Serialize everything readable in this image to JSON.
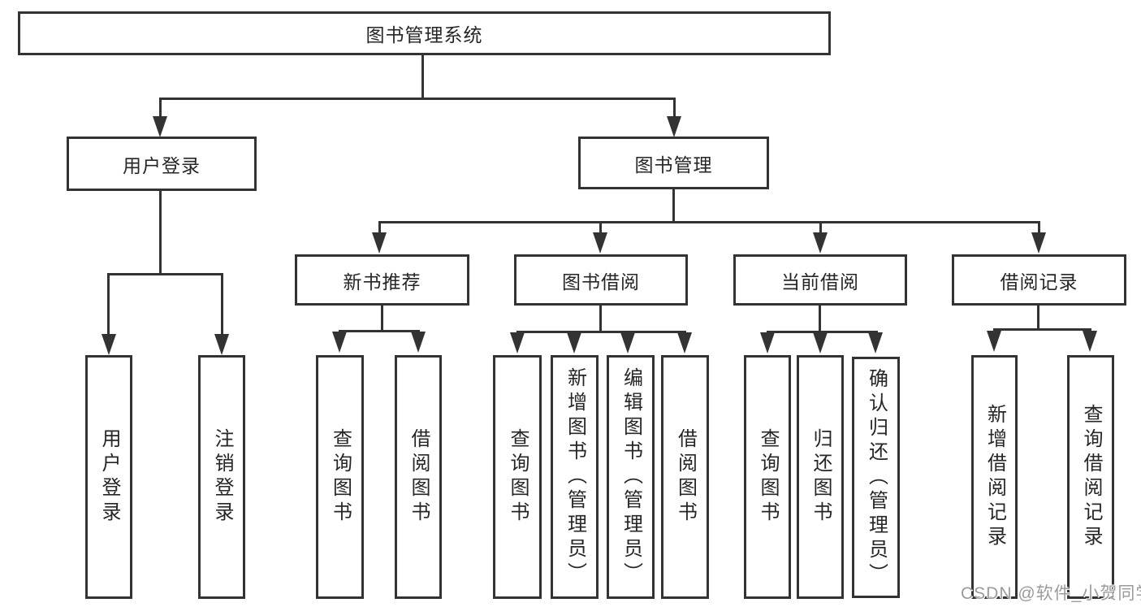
{
  "diagram": {
    "root": {
      "label": "图书管理系统"
    },
    "level2": [
      {
        "label": "用户登录"
      },
      {
        "label": "图书管理"
      }
    ],
    "level3": [
      {
        "label": "新书推荐"
      },
      {
        "label": "图书借阅"
      },
      {
        "label": "当前借阅"
      },
      {
        "label": "借阅记录"
      }
    ],
    "leaves": {
      "user_login": [
        "用户登录",
        "注销登录"
      ],
      "new_book_recommend": [
        "查询图书",
        "借阅图书"
      ],
      "book_borrow": [
        "查询图书",
        "新增图书（管理员）",
        "编辑图书（管理员）",
        "借阅图书"
      ],
      "current_borrow": [
        "查询图书",
        "归还图书",
        "确认归还（管理员）"
      ],
      "borrow_records": [
        "新增借阅记录",
        "查询借阅记录"
      ]
    }
  },
  "watermark": {
    "text": "CSDN @软件_小贺同学"
  },
  "colors": {
    "line": "#333333",
    "text": "#262626",
    "background": "#ffffff",
    "watermark": "#9b9b9b"
  }
}
